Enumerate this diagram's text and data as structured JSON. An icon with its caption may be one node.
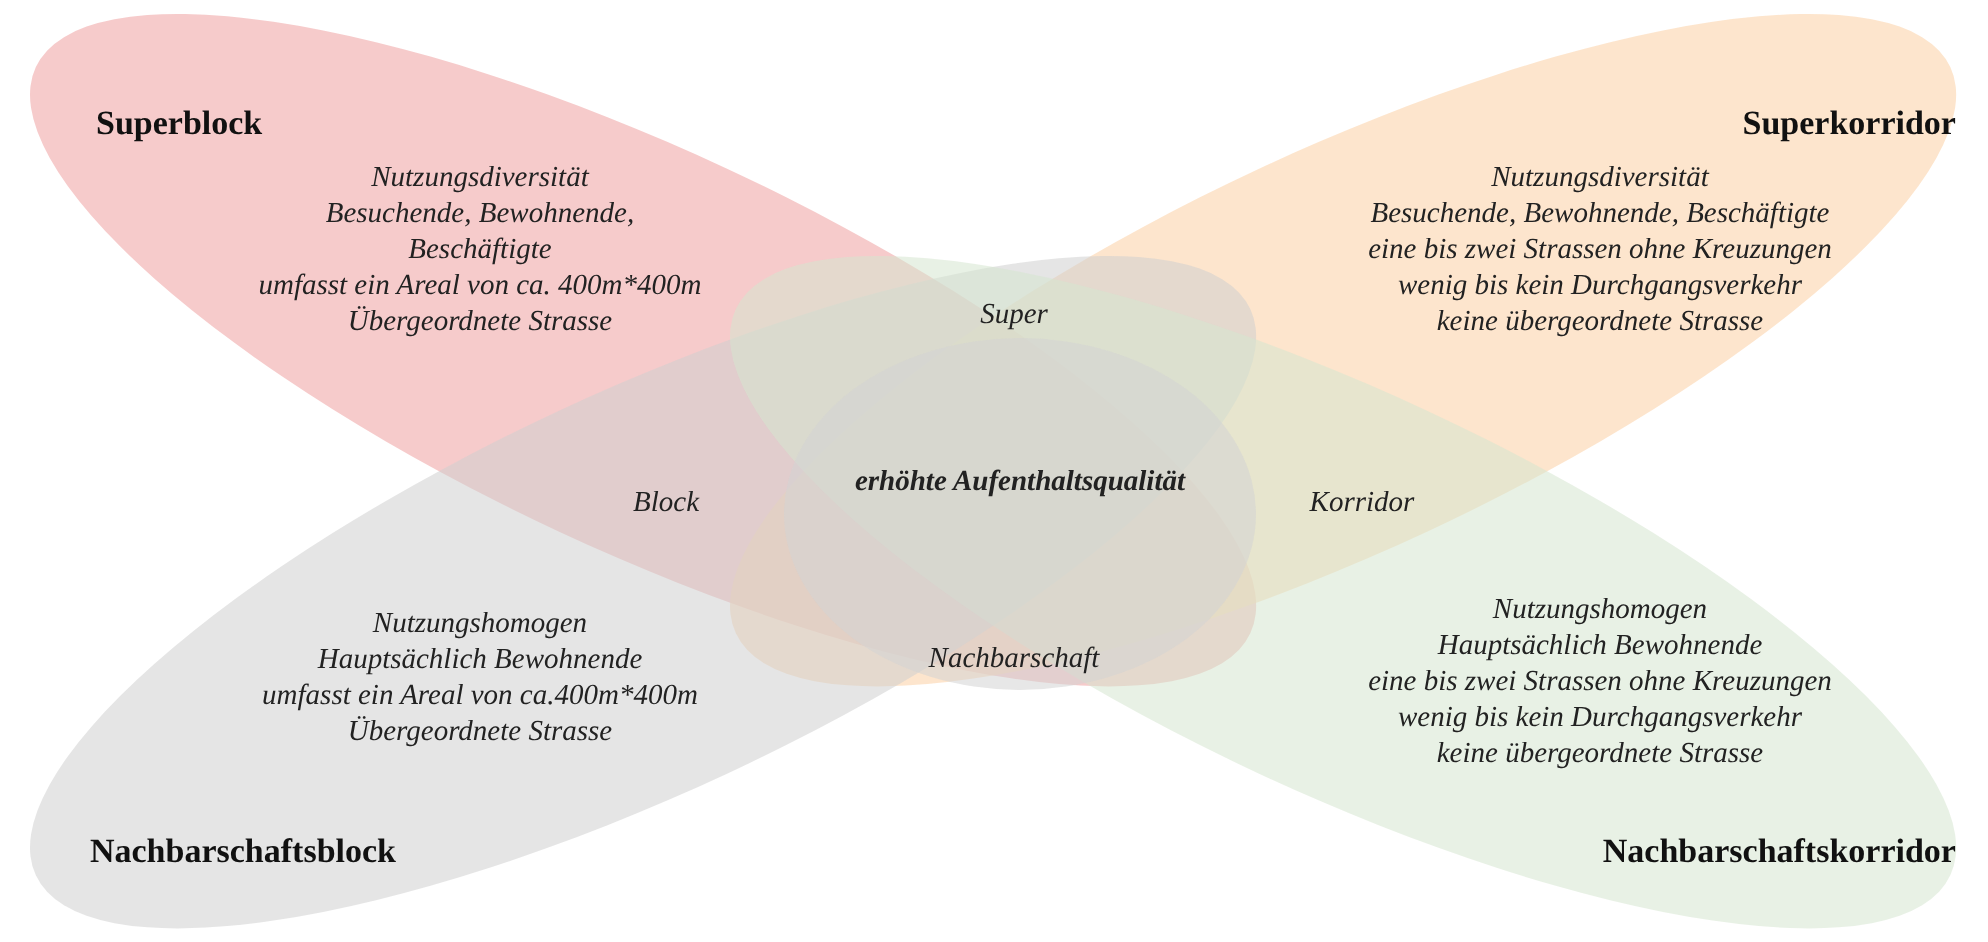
{
  "diagram": {
    "nodes": [
      {
        "text": [
          "Superblock",
          "Nutzungsdiversität",
          "Besuchende, Bewohnende, Beschäftigte",
          "umfasst ein Areal von ca. 400m*400m",
          "Übergeordnete Strasse"
        ]
      },
      {
        "text": [
          "Superkorridor",
          "Nutzungsdiversität",
          "Besuchende, Bewohnende, Beschäftigte",
          "eine bis zwei Strassen ohne Kreuzungen",
          "wenig bis kein Durchgangsverkehr",
          "keine übergeordnete Strasse"
        ]
      },
      {
        "text": [
          "Nachbarschaftsblock",
          "Nutzungshomogen",
          "Hauptsächlich Bewohnende",
          "umfasst ein Areal von ca.400m*400m",
          "Übergeordnete Strasse"
        ]
      },
      {
        "text": [
          "Nachbarschaftskorridor",
          "Nutzungshomogen",
          "Hauptsächlich Bewohnende",
          "eine bis zwei Strassen ohne Kreuzungen",
          "wenig bis kein Durchgangsverkehr",
          "keine übergeordnete Strasse"
        ]
      },
      {
        "text": [
          "erhöhte Aufenthaltsqualität"
        ]
      }
    ],
    "edges": [],
    "labels": [
      "Super",
      "Block",
      "Korridor",
      "Nachbarschaft"
    ]
  }
}
